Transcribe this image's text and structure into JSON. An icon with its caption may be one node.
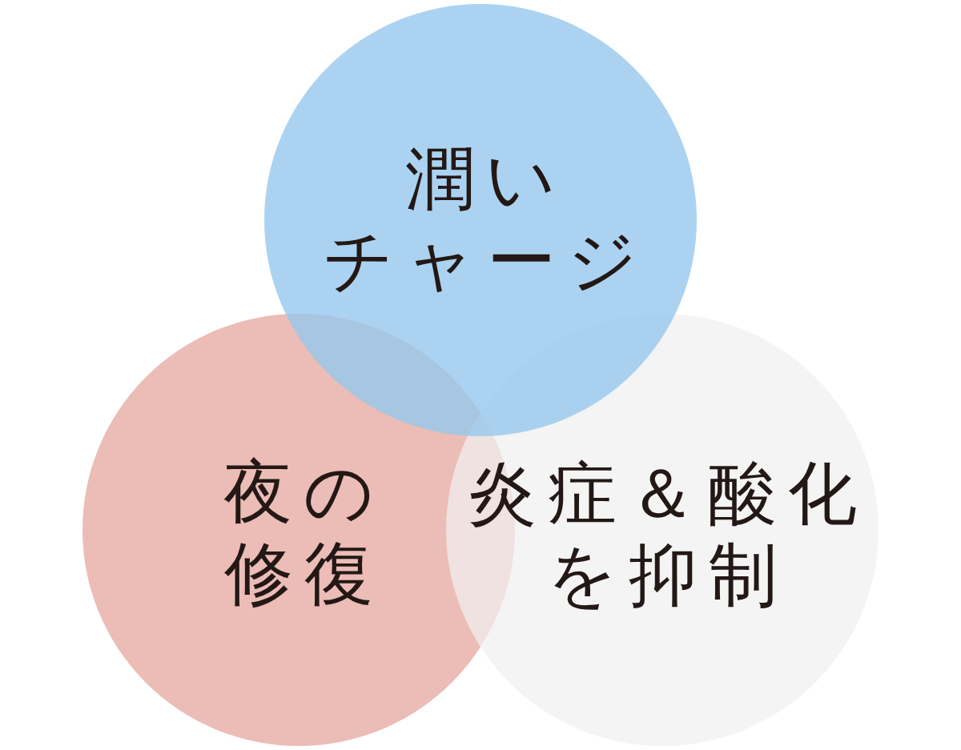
{
  "diagram": {
    "nodes": [
      {
        "text": [
          "潤いチャージ"
        ]
      },
      {
        "text": [
          "夜の修復"
        ]
      },
      {
        "text": [
          "炎症＆酸化を抑制"
        ]
      }
    ]
  }
}
